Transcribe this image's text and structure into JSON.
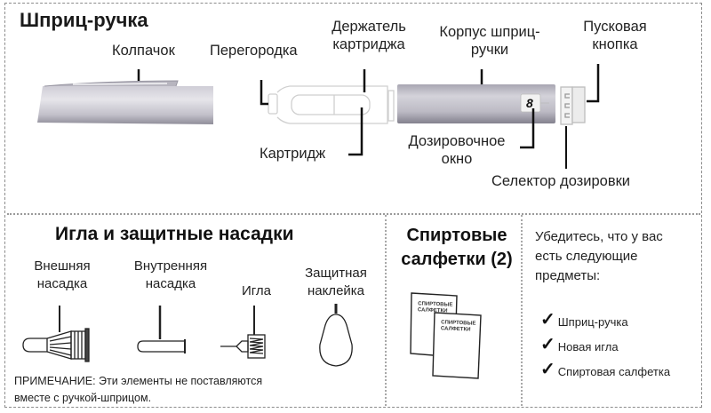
{
  "pen_section": {
    "title": "Шприц-ручка",
    "labels": {
      "cap": "Колпачок",
      "septum": "Перегородка",
      "cartridge_holder_1": "Держатель",
      "cartridge_holder_2": "картриджа",
      "pen_body_1": "Корпус шприц-",
      "pen_body_2": "ручки",
      "push_button_1": "Пусковая",
      "push_button_2": "кнопка",
      "cartridge": "Картридж",
      "dose_window_1": "Дозировочное",
      "dose_window_2": "окно",
      "dose_selector": "Селектор дозировки"
    },
    "dose_window_value": "8"
  },
  "needle_section": {
    "title": "Игла и защитные насадки",
    "items": [
      {
        "label_1": "Внешняя",
        "label_2": "насадка",
        "icon": "outer-needle-cap-icon"
      },
      {
        "label_1": "Внутренняя",
        "label_2": "насадка",
        "icon": "inner-needle-cap-icon"
      },
      {
        "label_1": "Игла",
        "icon": "needle-icon"
      },
      {
        "label_1": "Защитная",
        "label_2": "наклейка",
        "icon": "protective-tab-icon"
      }
    ],
    "note_1": "ПРИМЕЧАНИЕ: Эти элементы не поставляются",
    "note_2": "вместе с ручкой-шприцом."
  },
  "wipes_section": {
    "title_1": "Спиртовые",
    "title_2": "салфетки (2)",
    "wipe_text_1": "СПИРТОВЫЕ",
    "wipe_text_2": "САЛФЕТКИ"
  },
  "checklist_section": {
    "intro_1": "Убедитесь, что у вас",
    "intro_2": "есть следующие",
    "intro_3": "предметы:",
    "check_symbol": "✓",
    "items": [
      "Шприц-ручка",
      "Новая игла",
      "Спиртовая салфетка"
    ]
  },
  "colors": {
    "pen_body_light": "#e2e2e6",
    "pen_body_dark": "#9a98a4",
    "line": "#111111",
    "divider": "#9a9a9a"
  }
}
